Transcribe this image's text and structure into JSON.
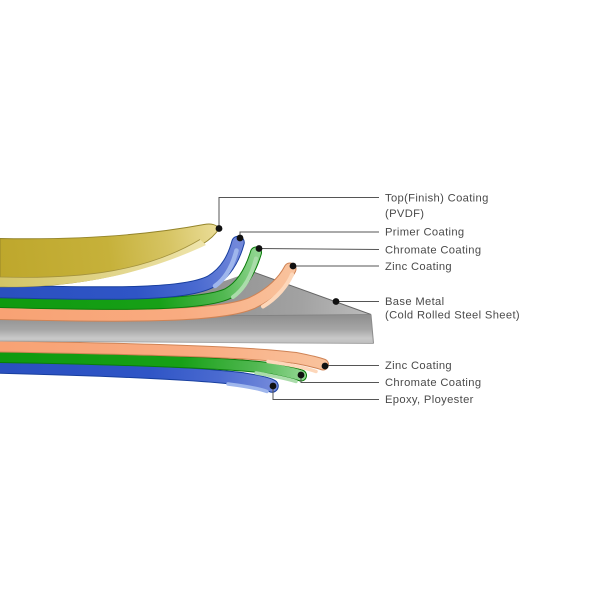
{
  "diagram": {
    "callouts": [
      {
        "label": "Top(Finish) Coating",
        "label2": "(PVDF)"
      },
      {
        "label": "Primer Coating"
      },
      {
        "label": "Chromate Coating"
      },
      {
        "label": "Zinc Coating"
      },
      {
        "label": "Base Metal",
        "label2": "(Cold Rolled Steel Sheet)"
      },
      {
        "label": "Zinc Coating"
      },
      {
        "label": "Chromate Coating"
      },
      {
        "label": "Epoxy, Ployester"
      }
    ],
    "colors": {
      "background": "#ffffff",
      "callout_line": "#555555",
      "callout_dot": "#111111",
      "label_text": "#4a4a4a",
      "top_coating": "#c3ac33",
      "top_coating_edge": "#d5c76b",
      "primer": "#2e55c4",
      "chromate": "#109b10",
      "zinc": "#f9a478",
      "base_metal": "#9b9b9b",
      "epoxy": "#2e55c4"
    }
  }
}
